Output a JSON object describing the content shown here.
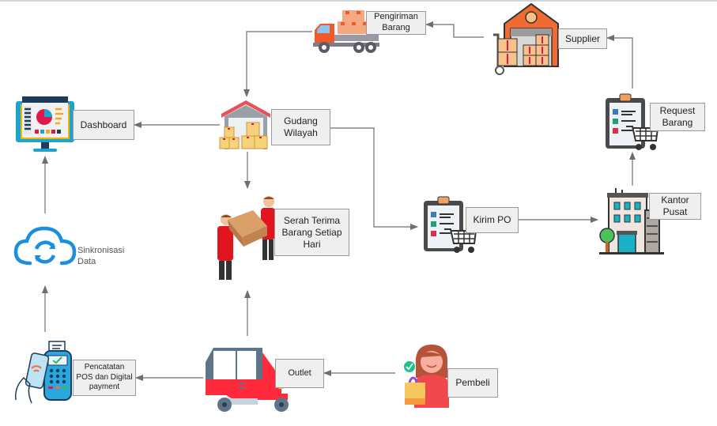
{
  "diagram": {
    "nodes": {
      "pengiriman": {
        "label": "Pengiriman\nBarang",
        "icon": "delivery-truck-icon"
      },
      "supplier": {
        "label": "Supplier",
        "icon": "warehouse-trolley-icon"
      },
      "request": {
        "label": "Request\nBarang",
        "icon": "clipboard-cart-icon"
      },
      "dashboard": {
        "label": "Dashboard",
        "icon": "monitor-dashboard-icon"
      },
      "gudang": {
        "label": "Gudang\nWilayah",
        "icon": "warehouse-boxes-icon"
      },
      "serah": {
        "label": "Serah Terima\nBarang Setiap\nHari",
        "icon": "handover-people-icon"
      },
      "kirim_po": {
        "label": "Kirim PO",
        "icon": "clipboard-cart-icon"
      },
      "kantor": {
        "label": "Kantor\nPusat",
        "icon": "office-building-icon"
      },
      "sinkron": {
        "label": "Sinkronisasi\nData",
        "icon": "cloud-sync-icon"
      },
      "pos": {
        "label": "Pencatatan\nPOS dan Digital\npayment",
        "icon": "pos-terminal-icon"
      },
      "outlet": {
        "label": "Outlet",
        "icon": "tuk-tuk-icon"
      },
      "pembeli": {
        "label": "Pembeli",
        "icon": "shopper-woman-icon"
      }
    },
    "edges": [
      {
        "from": "Supplier",
        "to": "Pengiriman Barang"
      },
      {
        "from": "Pengiriman Barang",
        "to": "Gudang Wilayah"
      },
      {
        "from": "Gudang Wilayah",
        "to": "Dashboard"
      },
      {
        "from": "Gudang Wilayah",
        "to": "Serah Terima Barang Setiap Hari"
      },
      {
        "from": "Gudang Wilayah",
        "to": "Kirim PO"
      },
      {
        "from": "Kirim PO",
        "to": "Kantor Pusat"
      },
      {
        "from": "Kantor Pusat",
        "to": "Request Barang"
      },
      {
        "from": "Request Barang",
        "to": "Supplier"
      },
      {
        "from": "Pembeli",
        "to": "Outlet"
      },
      {
        "from": "Outlet",
        "to": "Serah Terima Barang Setiap Hari"
      },
      {
        "from": "Outlet",
        "to": "Pencatatan POS dan Digital payment"
      },
      {
        "from": "Pencatatan POS dan Digital payment",
        "to": "Sinkronisasi Data"
      },
      {
        "from": "Sinkronisasi Data",
        "to": "Dashboard"
      }
    ],
    "colors": {
      "line": "#6e6e6e",
      "box_fill": "#efefef",
      "box_border": "#9a9a9a"
    }
  }
}
